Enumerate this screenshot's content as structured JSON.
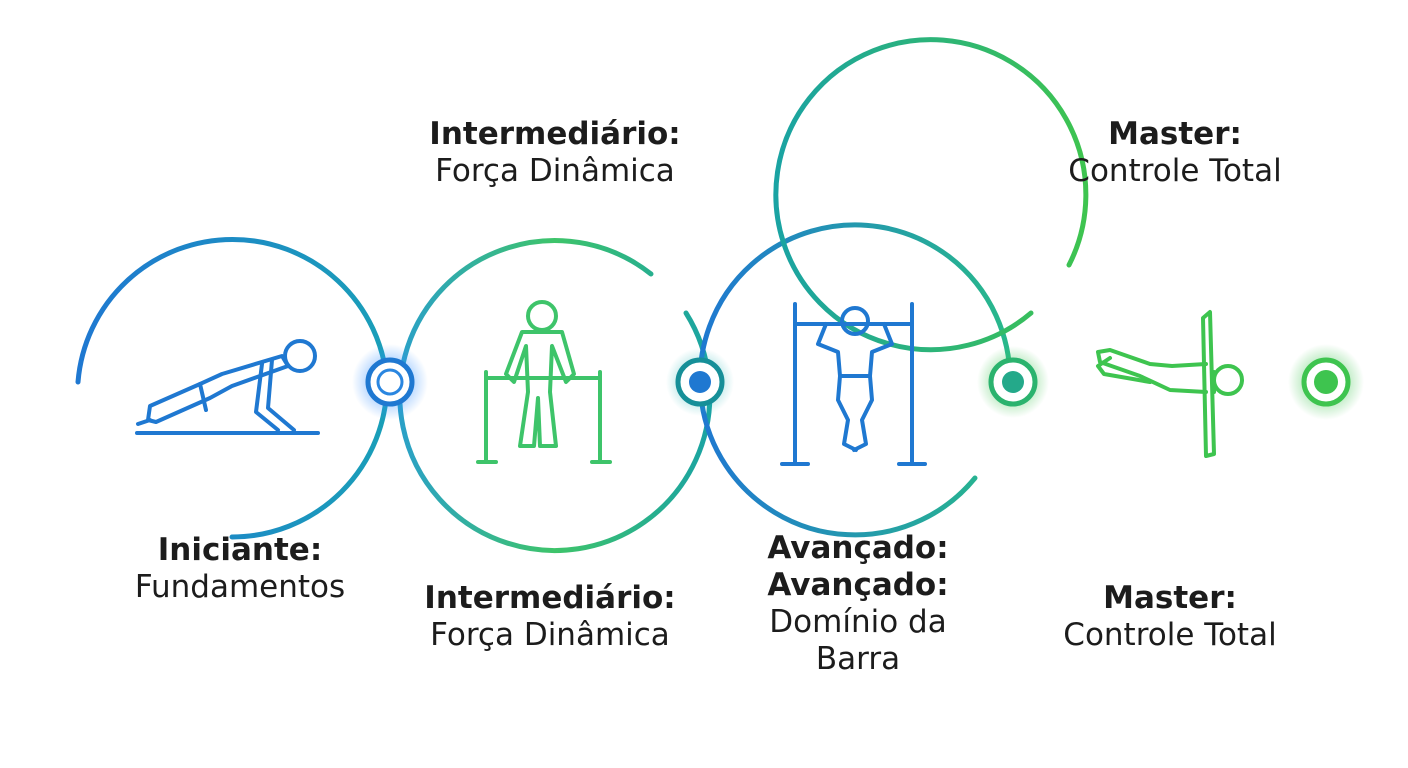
{
  "stages": [
    {
      "id": "iniciante",
      "level": "Iniciante:",
      "name": "Fundamentos",
      "icon": "push-up-icon"
    },
    {
      "id": "intermediario",
      "level": "Intermediário:",
      "name": "Força Dinâmica",
      "top_level": "Intermediário:",
      "top_name": "Força Dinâmica",
      "icon": "parallel-bars-dip-icon"
    },
    {
      "id": "avancado",
      "level": "Avançado:",
      "level_repeat": "Avançado:",
      "name_line1": "Domínio da",
      "name_line2": "Barra",
      "icon": "pull-up-bar-icon"
    },
    {
      "id": "master",
      "level": "Master:",
      "name": "Controle Total",
      "top_level": "Master:",
      "top_name": "Controle Total",
      "icon": "human-flag-icon"
    }
  ],
  "colors": {
    "blue": "#1f78d1",
    "teal": "#1aa3a3",
    "green": "#3ec44f",
    "text": "#1c1c1c"
  }
}
